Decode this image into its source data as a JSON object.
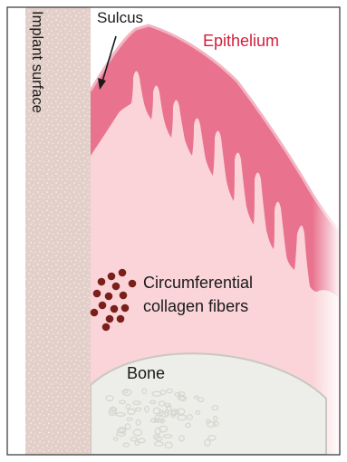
{
  "labels": {
    "implant": "Implant surface",
    "sulcus": "Sulcus",
    "epithelium": "Epithelium",
    "fibers_line1": "Circumferential",
    "fibers_line2": "collagen fibers",
    "bone": "Bone"
  },
  "colors": {
    "background": "#ffffff",
    "frame": "#333333",
    "implant_fill": "#e3cfc9",
    "implant_speckle": "#f6ede9",
    "connective_tissue": "#fad4d8",
    "epithelium_fill": "#e9738f",
    "epithelium_light": "#f3b4c2",
    "epithelium_label": "#d21f3c",
    "fiber_dots": "#7a1f1a",
    "bone_fill": "#ededea",
    "bone_outline": "#c9c8c0",
    "bone_marrow": "#d6d5cf",
    "text": "#1a1a1a"
  }
}
